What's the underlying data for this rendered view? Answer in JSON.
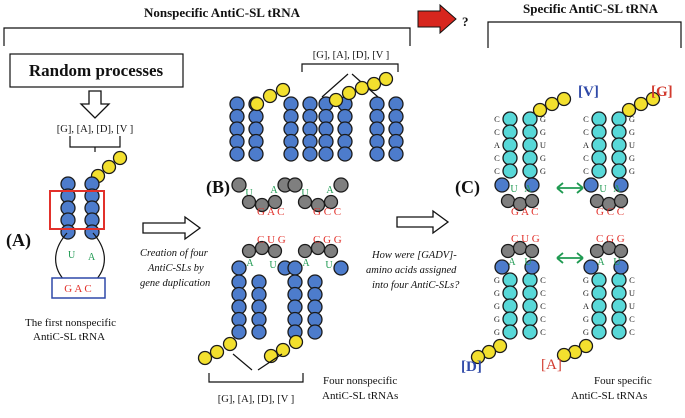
{
  "headers": {
    "nonspecific": "Nonspecific AntiC-SL tRNA",
    "question": "?",
    "specific": "Specific AntiC-SL tRNA"
  },
  "random_box": "Random processes",
  "bracket_text": "[G], [A], [D], [V ]",
  "panels": {
    "a": "(A)",
    "b": "(B)",
    "c": "(C)"
  },
  "captions": {
    "a_line1": "The first nonspecific",
    "a_line2": "AntiC-SL tRNA",
    "b_line1": "Four nonspecific",
    "b_line2": "AntiC-SL tRNAs",
    "c_line1": "Four specific",
    "c_line2": "AntiC-SL tRNAs"
  },
  "arrow_texts": {
    "ab_line1": "Creation of four",
    "ab_line2": "AntiC-SLs by",
    "ab_line3": "gene duplication",
    "bc_line1": "How were [GADV]-",
    "bc_line2": "amino acids assigned",
    "bc_line3": "into four AntiC-SLs?"
  },
  "anticodons": {
    "a": "G A C",
    "b_top_left": "G A C",
    "b_top_right": "G C C",
    "b_bot_left": "C U G",
    "b_bot_right": "C G G",
    "c_top_left": "G A C",
    "c_top_right": "G C C",
    "c_bot_left": "C U G",
    "c_bot_right": "C G G"
  },
  "loop_letters": {
    "u": "U",
    "a": "A"
  },
  "stem_seqs": {
    "c_tl_left": [
      "C",
      "C",
      "A",
      "C",
      "C"
    ],
    "c_tl_right": [
      "G",
      "G",
      "U",
      "G",
      "G"
    ],
    "c_tr_left": [
      "C",
      "C",
      "A",
      "C",
      "C"
    ],
    "c_tr_right": [
      "G",
      "G",
      "U",
      "G",
      "G"
    ],
    "c_bl_left": [
      "G",
      "G",
      "G",
      "G",
      "G"
    ],
    "c_bl_right": [
      "C",
      "C",
      "C",
      "C",
      "C"
    ],
    "c_br_left": [
      "G",
      "G",
      "A",
      "G",
      "G"
    ],
    "c_br_right": [
      "C",
      "U",
      "U",
      "C",
      "C"
    ]
  },
  "amino_labels": {
    "v": "[V]",
    "g": "[G]",
    "d": "[D]",
    "a": "[A]"
  },
  "colors": {
    "blue_node": "#4d7ccc",
    "cyan_node": "#58d8d8",
    "gray_node": "#7f7f7f",
    "yellow_node": "#f3e02e",
    "anticodon_red": "#e2312b",
    "loop_green": "#1f9a52",
    "red_arrow": "#d7261e",
    "label_blue": "#2f49a8",
    "label_red": "#d23a2e"
  },
  "icons": {
    "red_arrow": "right-arrow-icon",
    "outline_arrow": "hollow-arrow-icon",
    "interaction": "double-arrow-icon"
  }
}
